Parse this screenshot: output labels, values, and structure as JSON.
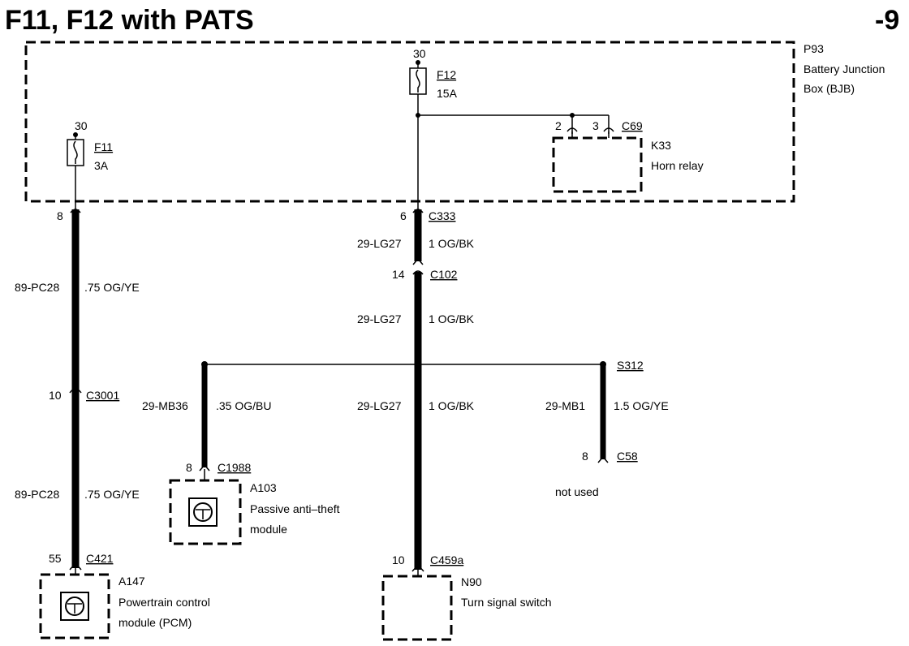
{
  "title": "F11, F12 with PATS",
  "page_number": "-9",
  "bjb": {
    "id": "P93",
    "line1": "Battery Junction",
    "line2": "Box (BJB)"
  },
  "fuses": {
    "f11": {
      "pin": "30",
      "id": "F11",
      "rating": "3A"
    },
    "f12": {
      "pin": "30",
      "id": "F12",
      "rating": "15A"
    }
  },
  "horn_relay": {
    "pin_a": "2",
    "pin_b": "3",
    "connector": "C69",
    "id": "K33",
    "name": "Horn relay"
  },
  "left_circuit": {
    "pin_top": "8",
    "circuit_a": "89-PC28",
    "wire_a": ".75 OG/YE",
    "pin_mid": "10",
    "connector_mid": "C3001",
    "circuit_b": "89-PC28",
    "wire_b": ".75 OG/YE",
    "pin_bottom": "55",
    "connector_bottom": "C421"
  },
  "center_circuit": {
    "pin_c333": "6",
    "connector_c333": "C333",
    "circuit_1": "29-LG27",
    "wire_1": "1 OG/BK",
    "pin_c102": "14",
    "connector_c102": "C102",
    "circuit_2": "29-LG27",
    "wire_2": "1 OG/BK",
    "circuit_3": "29-LG27",
    "wire_3": "1 OG/BK",
    "pin_bottom": "10",
    "connector_bottom": "C459a"
  },
  "pats_branch": {
    "circuit": "29-MB36",
    "wire": ".35 OG/BU",
    "pin": "8",
    "connector": "C1988"
  },
  "splice": {
    "id": "S312",
    "circuit": "29-MB1",
    "wire": "1.5 OG/YE",
    "pin": "8",
    "connector": "C58",
    "note": "not used"
  },
  "modules": {
    "pcm": {
      "id": "A147",
      "line1": "Powertrain control",
      "line2": "module (PCM)"
    },
    "pats": {
      "id": "A103",
      "line1": "Passive anti–theft",
      "line2": "module"
    },
    "turn": {
      "id": "N90",
      "line1": "Turn signal switch"
    }
  }
}
